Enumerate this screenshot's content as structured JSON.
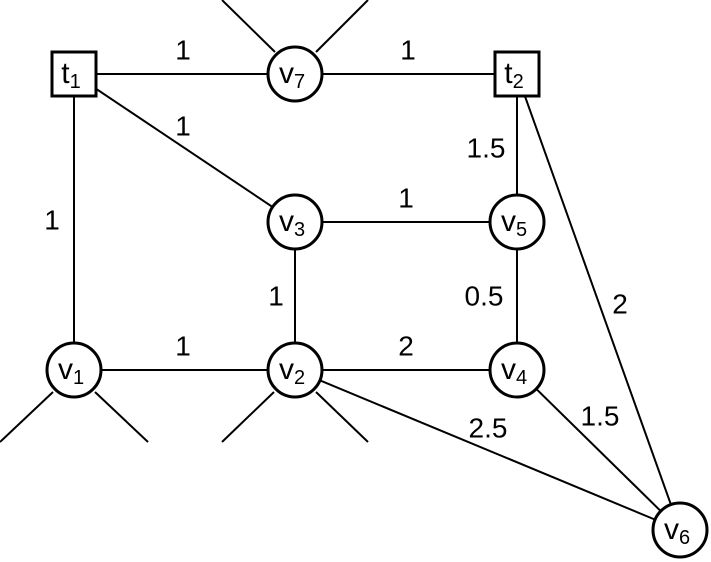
{
  "nodes": [
    {
      "id": "t1",
      "base": "t",
      "sub": "1",
      "shape": "square"
    },
    {
      "id": "t2",
      "base": "t",
      "sub": "2",
      "shape": "square"
    },
    {
      "id": "v1",
      "base": "v",
      "sub": "1",
      "shape": "circle"
    },
    {
      "id": "v2",
      "base": "v",
      "sub": "2",
      "shape": "circle"
    },
    {
      "id": "v3",
      "base": "v",
      "sub": "3",
      "shape": "circle"
    },
    {
      "id": "v4",
      "base": "v",
      "sub": "4",
      "shape": "circle"
    },
    {
      "id": "v5",
      "base": "v",
      "sub": "5",
      "shape": "circle"
    },
    {
      "id": "v6",
      "base": "v",
      "sub": "6",
      "shape": "circle"
    },
    {
      "id": "v7",
      "base": "v",
      "sub": "7",
      "shape": "circle"
    }
  ],
  "edges": [
    {
      "from": "t1",
      "to": "v7",
      "weight": "1"
    },
    {
      "from": "v7",
      "to": "t2",
      "weight": "1"
    },
    {
      "from": "t1",
      "to": "v3",
      "weight": "1"
    },
    {
      "from": "t1",
      "to": "v1",
      "weight": "1"
    },
    {
      "from": "t2",
      "to": "v5",
      "weight": "1.5"
    },
    {
      "from": "t2",
      "to": "v6",
      "weight": "2"
    },
    {
      "from": "v3",
      "to": "v5",
      "weight": "1"
    },
    {
      "from": "v3",
      "to": "v2",
      "weight": "1"
    },
    {
      "from": "v5",
      "to": "v4",
      "weight": "0.5"
    },
    {
      "from": "v1",
      "to": "v2",
      "weight": "1"
    },
    {
      "from": "v2",
      "to": "v4",
      "weight": "2"
    },
    {
      "from": "v2",
      "to": "v6",
      "weight": "2.5"
    },
    {
      "from": "v4",
      "to": "v6",
      "weight": "1.5"
    }
  ],
  "colors": {
    "stroke": "#000000",
    "fill": "#ffffff"
  }
}
